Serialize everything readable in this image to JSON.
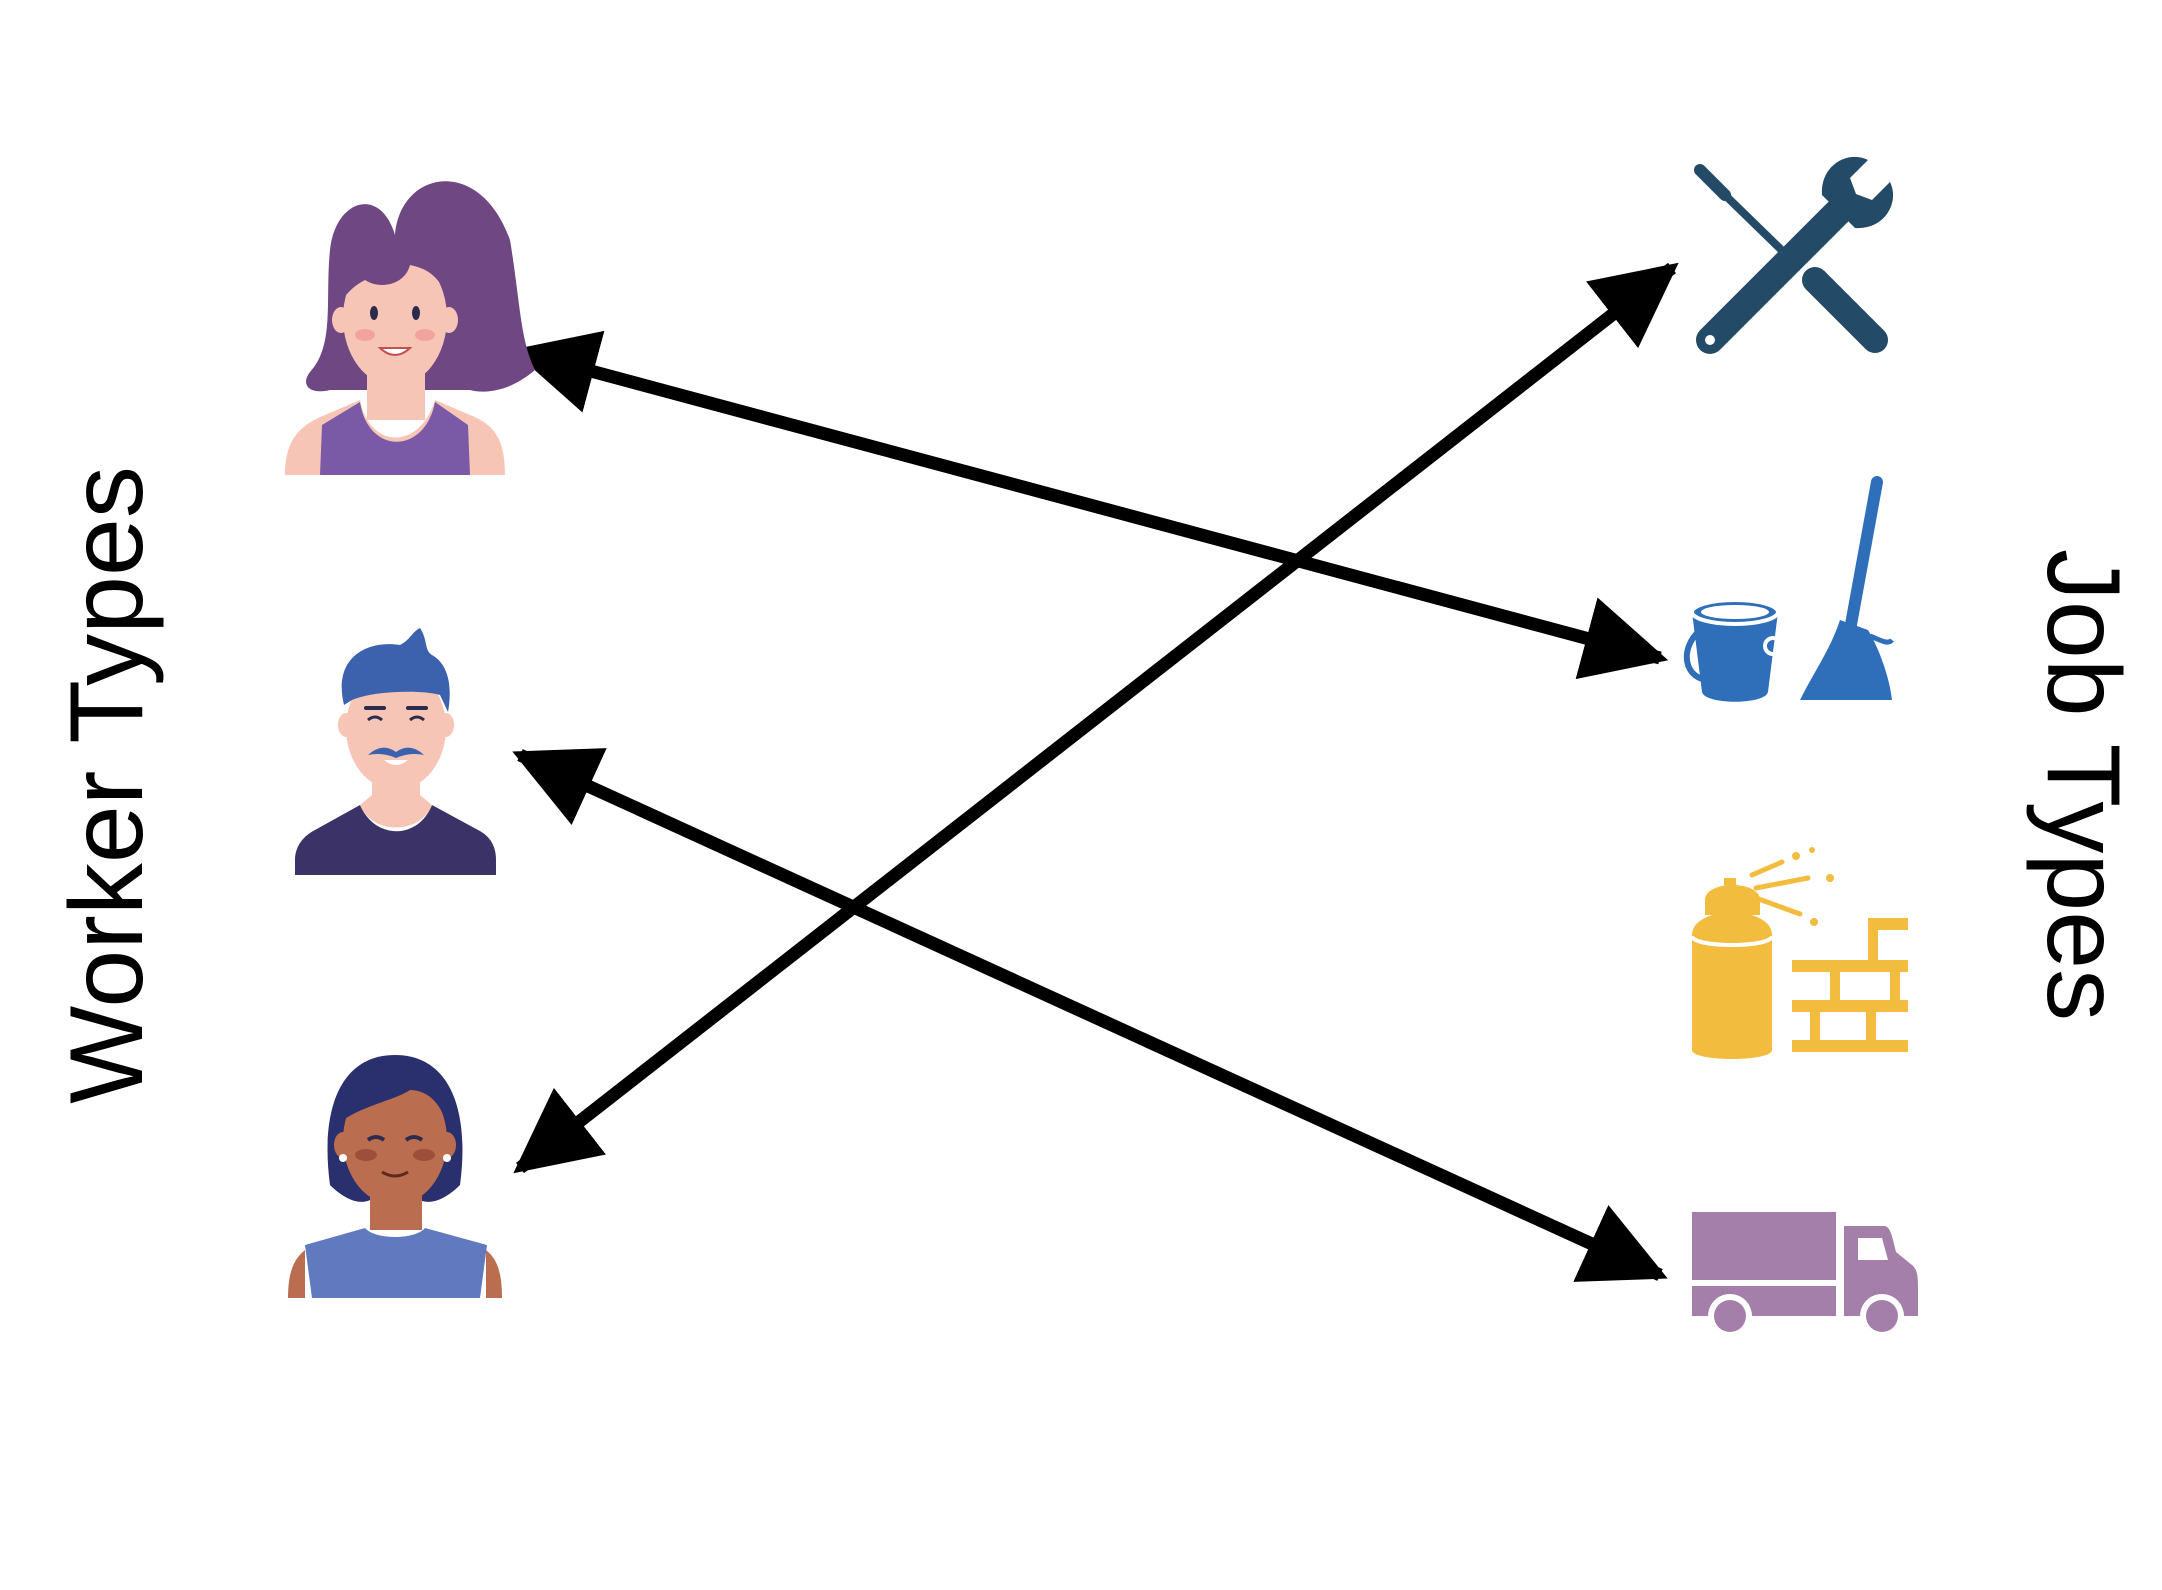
{
  "labels": {
    "left": "Worker Types",
    "right": "Job Types"
  },
  "workers": [
    {
      "name": "worker-purple-hair-woman",
      "icon": "woman-purple-hair-icon"
    },
    {
      "name": "worker-blue-hair-man",
      "icon": "man-blue-hair-mustache-icon"
    },
    {
      "name": "worker-dark-hair-woman",
      "icon": "woman-dark-hair-icon"
    }
  ],
  "jobs": [
    {
      "name": "job-repair",
      "icon": "wrench-screwdriver-icon",
      "color": "#234a66"
    },
    {
      "name": "job-cleaning",
      "icon": "bucket-broom-icon",
      "color": "#2f6fba"
    },
    {
      "name": "job-painting-masonry",
      "icon": "spray-can-bricks-icon",
      "color": "#f2bd3e"
    },
    {
      "name": "job-delivery",
      "icon": "truck-icon",
      "color": "#a47fa9"
    }
  ],
  "matches": [
    {
      "worker": 0,
      "job": 1
    },
    {
      "worker": 1,
      "job": 3
    },
    {
      "worker": 2,
      "job": 0
    }
  ],
  "colors": {
    "arrow": "#000000",
    "skin_light": "#f6c5b6",
    "skin_dark": "#bb6e4f",
    "hair_purple": "#6e4783",
    "shirt_purple": "#7a5aa6",
    "hair_blue": "#3d62ad",
    "shirt_navy": "#3b3268",
    "hair_navy": "#2a2f6e",
    "shirt_blue": "#6079bf"
  }
}
